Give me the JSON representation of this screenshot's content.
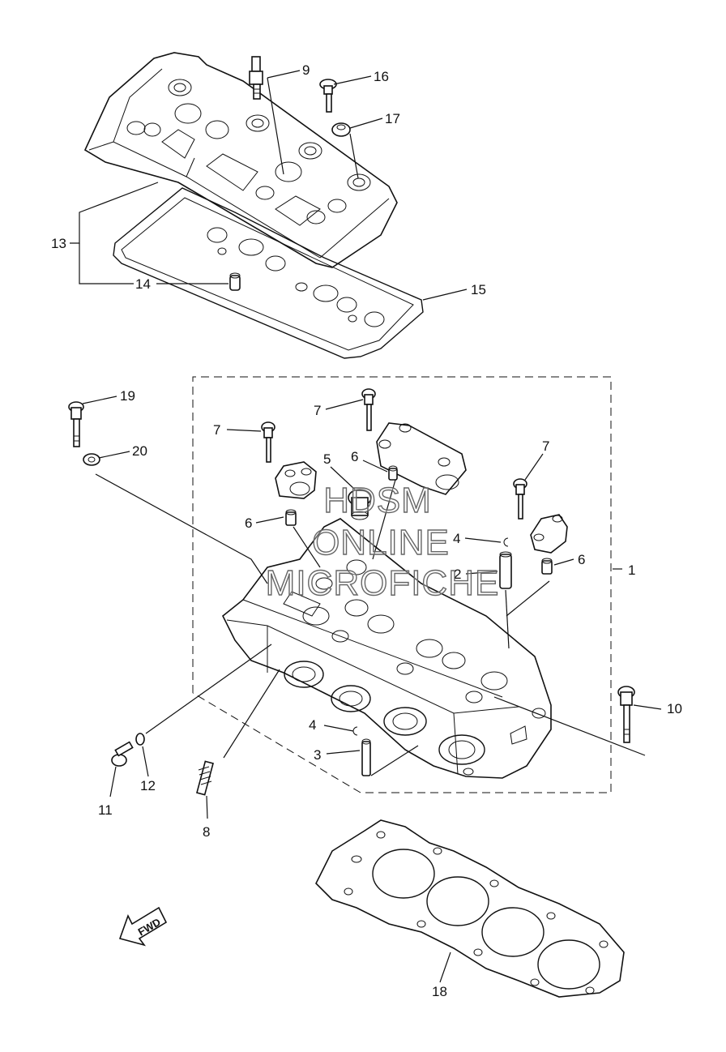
{
  "watermark": {
    "line1": "HDSM",
    "line2": "ONLINE",
    "line3": "MICROFICHE"
  },
  "direction_arrow": {
    "label": "FWD",
    "icon": "fwd-arrow-icon"
  },
  "callouts": [
    {
      "id": "c1",
      "text": "1"
    },
    {
      "id": "c2",
      "text": "2"
    },
    {
      "id": "c3",
      "text": "3"
    },
    {
      "id": "c4a",
      "text": "4"
    },
    {
      "id": "c4b",
      "text": "4"
    },
    {
      "id": "c5",
      "text": "5"
    },
    {
      "id": "c6a",
      "text": "6"
    },
    {
      "id": "c6b",
      "text": "6"
    },
    {
      "id": "c6c",
      "text": "6"
    },
    {
      "id": "c7a",
      "text": "7"
    },
    {
      "id": "c7b",
      "text": "7"
    },
    {
      "id": "c7c",
      "text": "7"
    },
    {
      "id": "c8",
      "text": "8"
    },
    {
      "id": "c9",
      "text": "9"
    },
    {
      "id": "c10",
      "text": "10"
    },
    {
      "id": "c11",
      "text": "11"
    },
    {
      "id": "c12",
      "text": "12"
    },
    {
      "id": "c13",
      "text": "13"
    },
    {
      "id": "c14",
      "text": "14"
    },
    {
      "id": "c15",
      "text": "15"
    },
    {
      "id": "c16",
      "text": "16"
    },
    {
      "id": "c17",
      "text": "17"
    },
    {
      "id": "c18",
      "text": "18"
    },
    {
      "id": "c19",
      "text": "19"
    },
    {
      "id": "c20",
      "text": "20"
    }
  ]
}
